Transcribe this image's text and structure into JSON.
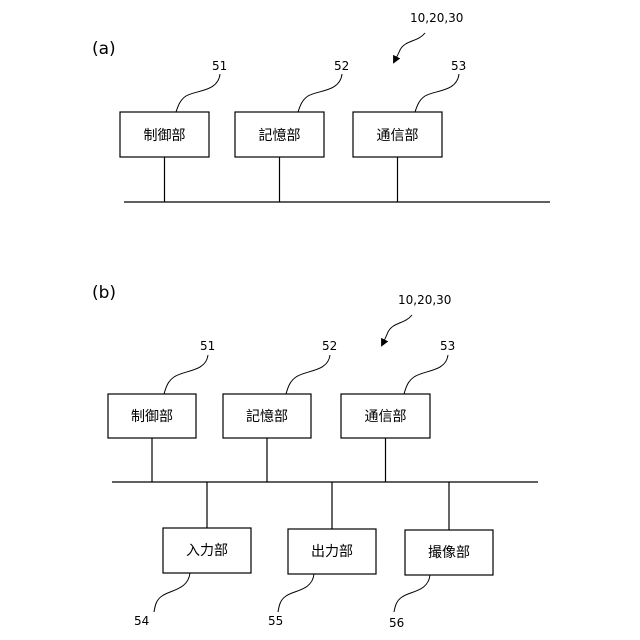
{
  "figure_a": {
    "label": "(a)",
    "ref_all": "10,20,30",
    "blocks": [
      {
        "ref": "51",
        "text": "制御部"
      },
      {
        "ref": "52",
        "text": "記憶部"
      },
      {
        "ref": "53",
        "text": "通信部"
      }
    ]
  },
  "figure_b": {
    "label": "(b)",
    "ref_all": "10,20,30",
    "upper_blocks": [
      {
        "ref": "51",
        "text": "制御部"
      },
      {
        "ref": "52",
        "text": "記憶部"
      },
      {
        "ref": "53",
        "text": "通信部"
      }
    ],
    "lower_blocks": [
      {
        "ref": "54",
        "text": "入力部"
      },
      {
        "ref": "55",
        "text": "出力部"
      },
      {
        "ref": "56",
        "text": "撮像部"
      }
    ]
  }
}
